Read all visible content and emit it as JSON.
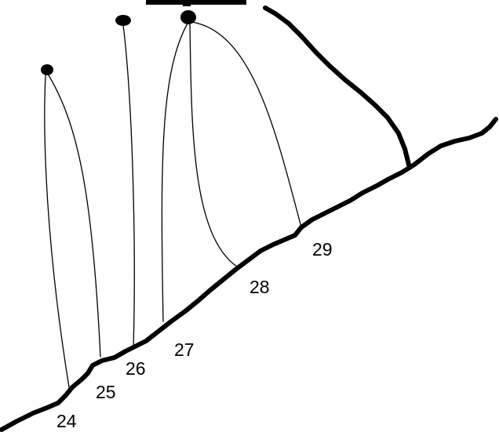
{
  "diagram": {
    "point_labels": [
      "24",
      "25",
      "26",
      "27",
      "28",
      "29"
    ],
    "colors": {
      "ink": "#000000",
      "background": "#ffffff"
    }
  }
}
